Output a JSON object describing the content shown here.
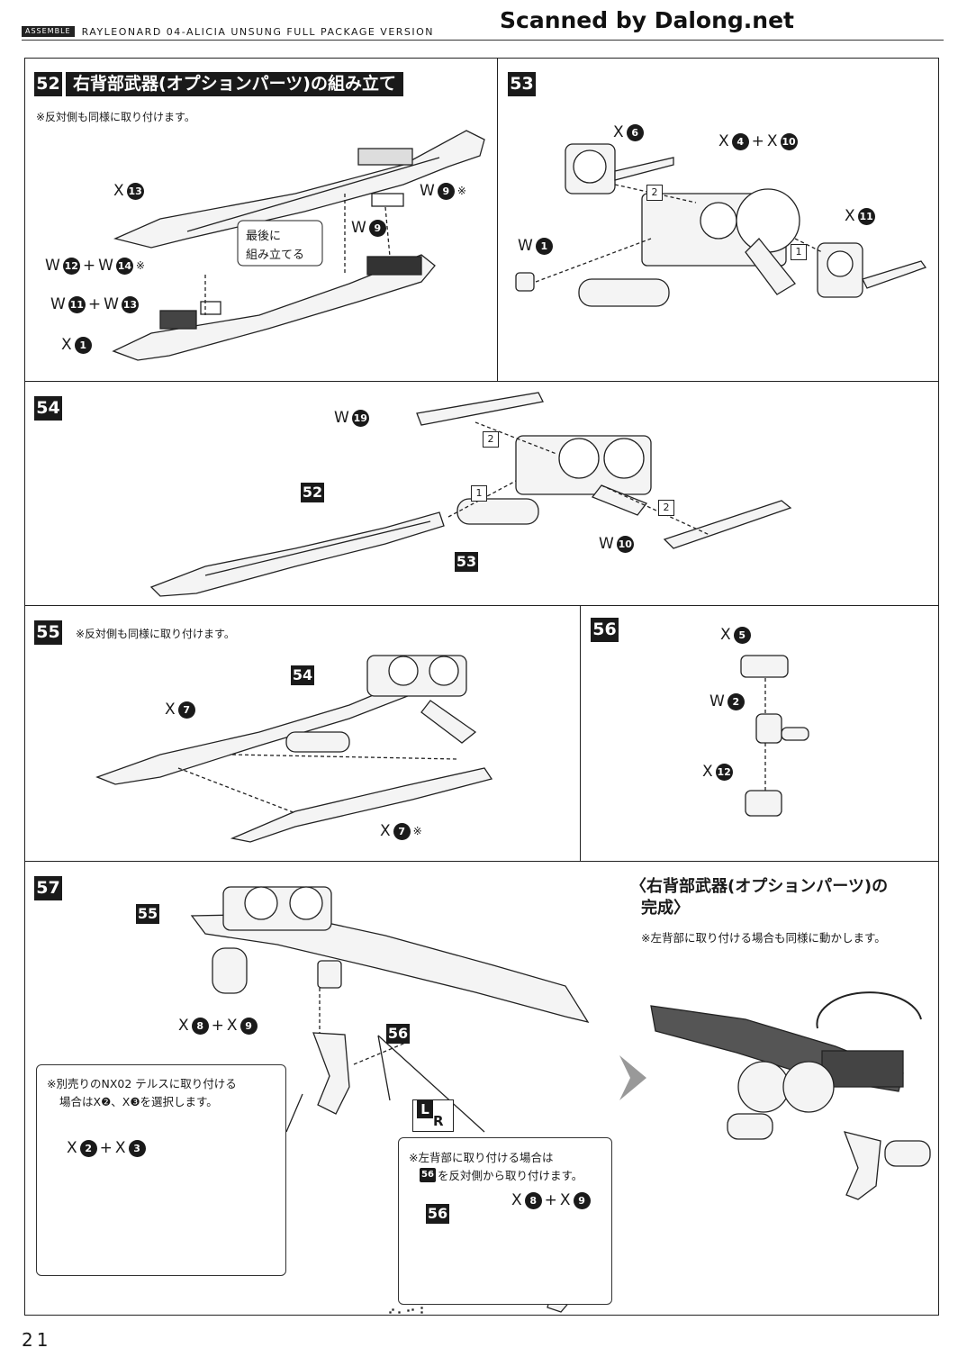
{
  "header": {
    "tag": "ASSEMBLE",
    "title": "RAYLEONARD 04-ALICIA UNSUNG FULL PACKAGE VERSION",
    "watermark": "Scanned by Dalong.net"
  },
  "step52": {
    "num": "52",
    "title": "右背部武器(オプションパーツ)の組み立て",
    "note": "※反対側も同様に取り付けます。",
    "callout": "最後に\n組み立てる",
    "callout_line1": "最後に",
    "callout_line2": "組み立てる",
    "l1_pre": "X",
    "l1_n": "13",
    "l2_pre": "W",
    "l2_n": "9",
    "l2_suf": "※",
    "l3_pre": "W",
    "l3_n": "9",
    "l4_a": "W",
    "l4_n1": "12",
    "l4_plus": "+",
    "l4_b": "W",
    "l4_n2": "14",
    "l4_suf": "※",
    "l5_a": "W",
    "l5_n1": "11",
    "l5_plus": "+",
    "l5_b": "W",
    "l5_n2": "13",
    "l6_pre": "X",
    "l6_n": "1"
  },
  "step53": {
    "num": "53",
    "l1_pre": "X",
    "l1_n": "6",
    "l2_a": "X",
    "l2_n1": "4",
    "l2_plus": "+",
    "l2_b": "X",
    "l2_n2": "10",
    "l3_pre": "X",
    "l3_n": "11",
    "l4_pre": "W",
    "l4_n": "1",
    "seq1": "2",
    "seq2": "1"
  },
  "step54": {
    "num": "54",
    "l1_pre": "W",
    "l1_n": "19",
    "l2_pre": "W",
    "l2_n": "10",
    "ref_a": "52",
    "ref_b": "53",
    "seq1": "2",
    "seq2": "1",
    "seq3": "2"
  },
  "step55": {
    "num": "55",
    "note": "※反対側も同様に取り付けます。",
    "ref": "54",
    "l1_pre": "X",
    "l1_n": "7",
    "l2_pre": "X",
    "l2_n": "7",
    "l2_suf": "※"
  },
  "step56": {
    "num": "56",
    "l1_pre": "X",
    "l1_n": "5",
    "l2_pre": "W",
    "l2_n": "2",
    "l3_pre": "X",
    "l3_n": "12"
  },
  "step57": {
    "num": "57",
    "ref_a": "55",
    "ref_b": "56",
    "ref_c": "56",
    "l1_a": "X",
    "l1_n1": "8",
    "l1_plus": "+",
    "l1_b": "X",
    "l1_n2": "9",
    "note1_line1": "※別売りのNX02 テルスに取り付ける",
    "note1_line2": "場合はX❷、X❸を選択します。",
    "l2_a": "X",
    "l2_n1": "2",
    "l2_plus": "+",
    "l2_b": "X",
    "l2_n2": "3",
    "lr_l": "L",
    "lr_r": "R",
    "note2_line1": "※左背部に取り付ける場合は",
    "note2_line2": "を反対側から取り付けます。",
    "note2_ref": "56",
    "l3_a": "X",
    "l3_n1": "8",
    "l3_plus": "+",
    "l3_b": "X",
    "l3_n2": "9"
  },
  "complete": {
    "title_line1": "〈右背部武器(オプションパーツ)の",
    "title_line2": "完成〉",
    "note": "※左背部に取り付ける場合も同様に動かします。"
  },
  "page_number": "21"
}
